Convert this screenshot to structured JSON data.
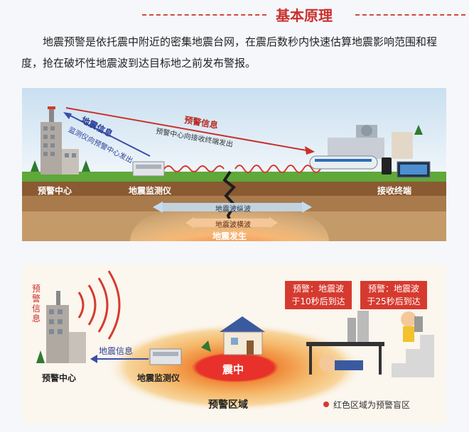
{
  "header": {
    "title": "基本原理"
  },
  "intro": "地震预警是依托震中附近的密集地震台网，在震后数秒内快速估算地震影响范围和程度，抢在破坏性地震波到达目标地之前发布警报。",
  "top_diagram": {
    "center_label": "预警中心",
    "seismograph_label": "地震监测仪",
    "terminal_label": "接收终端",
    "quake_info_title": "地震信息",
    "quake_info_sub": "监测仪向预警中心发出",
    "warning_info_title": "预警信息",
    "warning_info_sub": "预警中心向接收终端发出",
    "p_wave_label": "地震波纵波",
    "s_wave_label": "地震波横波",
    "quake_label": "地震发生"
  },
  "bottom_diagram": {
    "warning_info_vertical": "预警信息",
    "center_label": "预警中心",
    "quake_info": "地震信息",
    "seismograph_label": "地震监测仪",
    "epicenter_label": "震中",
    "zone_label": "预警区域",
    "box1_line1": "预警：地震波",
    "box1_line2": "于10秒后到达",
    "box2_line1": "预警：地震波",
    "box2_line2": "于25秒后到达",
    "legend_text": "红色区域为预警盲区",
    "colors": {
      "red": "#d63a2f",
      "blind_zone": "#e8312a",
      "ring": "#f5b86a"
    }
  }
}
